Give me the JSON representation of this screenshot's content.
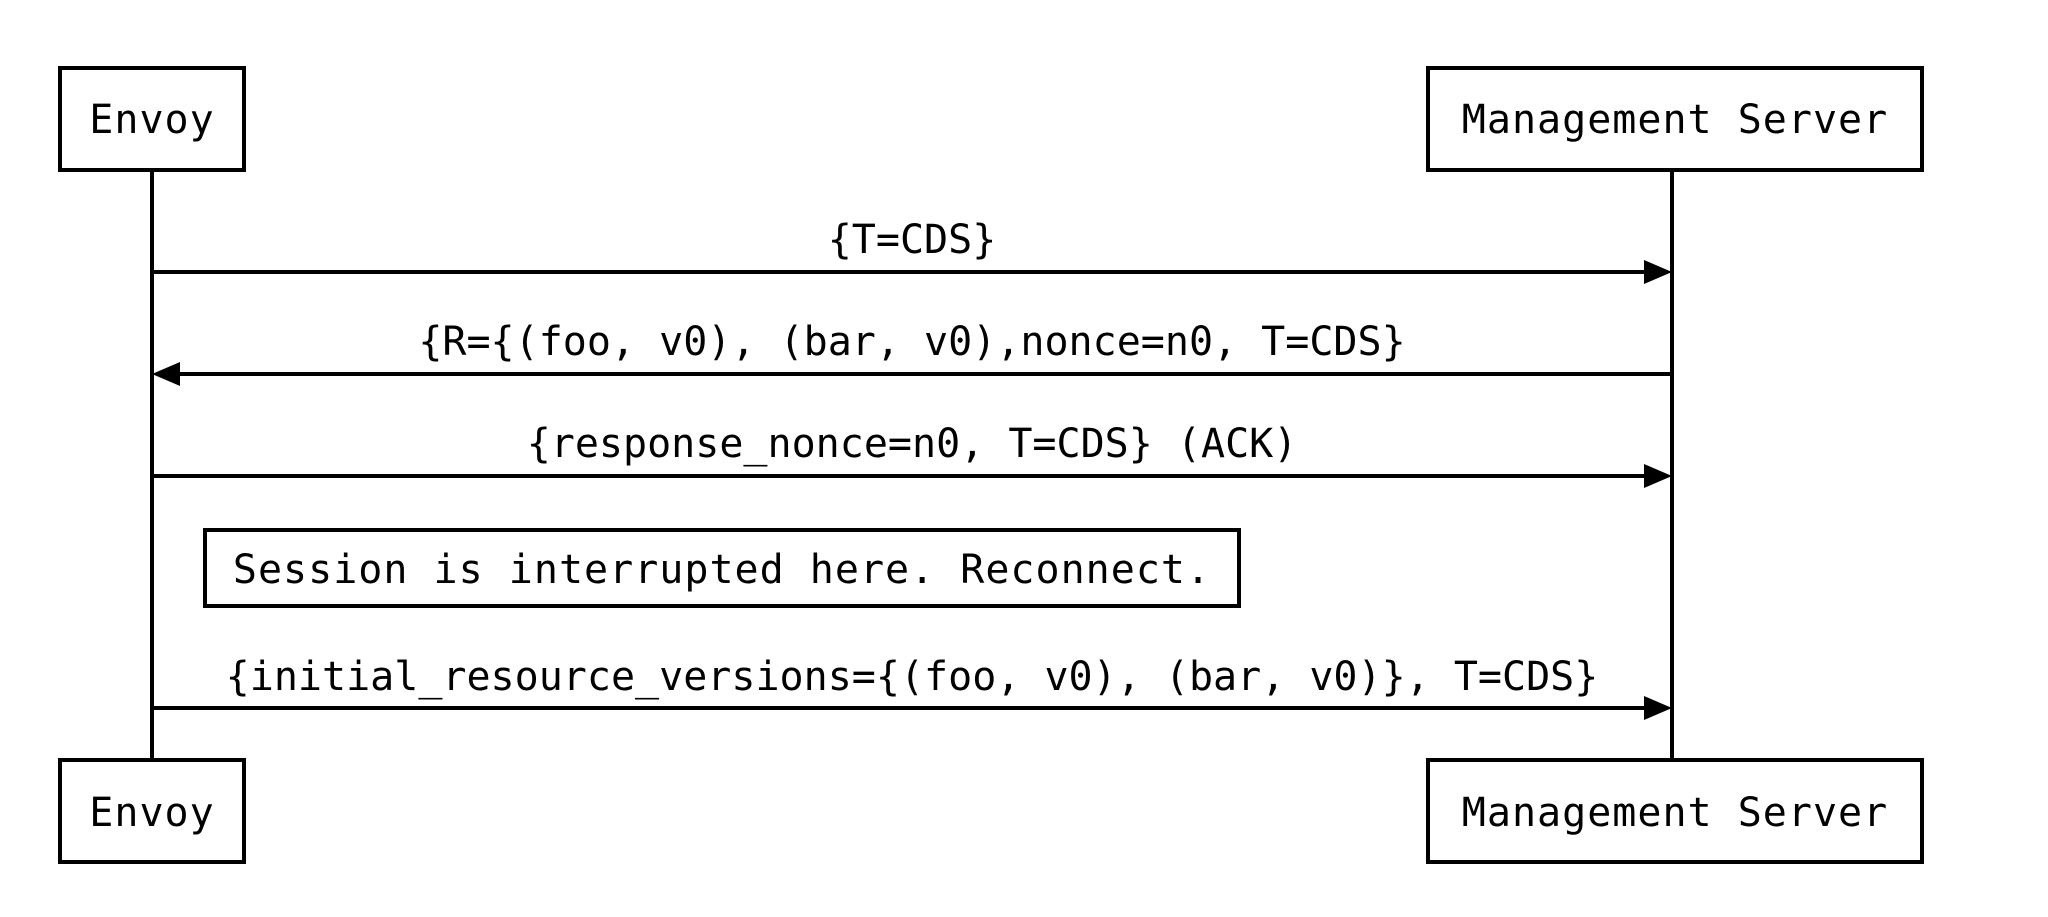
{
  "participants": {
    "client": {
      "label": "Envoy"
    },
    "server": {
      "label": "Management Server"
    }
  },
  "messages": [
    {
      "from": "client",
      "to": "server",
      "label": "{T=CDS}"
    },
    {
      "from": "server",
      "to": "client",
      "label": "{R={(foo, v0), (bar, v0),nonce=n0, T=CDS}"
    },
    {
      "from": "client",
      "to": "server",
      "label": "{response_nonce=n0, T=CDS} (ACK)"
    },
    {
      "from": "client",
      "to": "server",
      "label": "{initial_resource_versions={(foo, v0), (bar, v0)}, T=CDS}"
    }
  ],
  "note": {
    "label": "Session is interrupted here. Reconnect."
  },
  "colors": {
    "stroke": "#000000",
    "background": "#ffffff"
  }
}
